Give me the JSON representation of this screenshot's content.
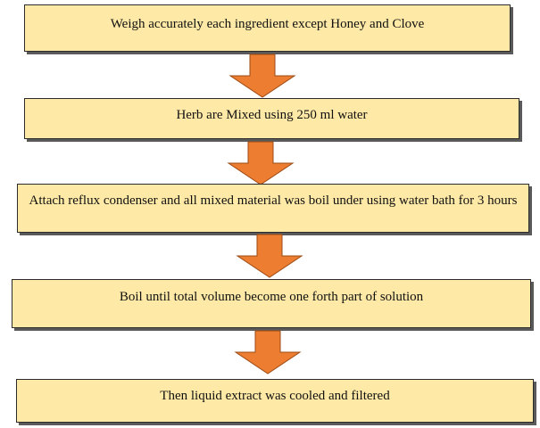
{
  "flowchart": {
    "steps": [
      {
        "text": "Weigh accurately each ingredient except Honey and Clove"
      },
      {
        "text": "Herb are Mixed using 250 ml water"
      },
      {
        "text": "Attach reflux condenser and all mixed material was boil under using water bath for 3 hours"
      },
      {
        "text": "Boil until total volume become one forth part of solution"
      },
      {
        "text": "Then liquid extract was cooled and filtered"
      }
    ],
    "colors": {
      "box_fill": "#ffe9a6",
      "box_border": "#2b2b2b",
      "arrow_fill": "#ed7d31",
      "arrow_border": "#9c4a12"
    }
  }
}
